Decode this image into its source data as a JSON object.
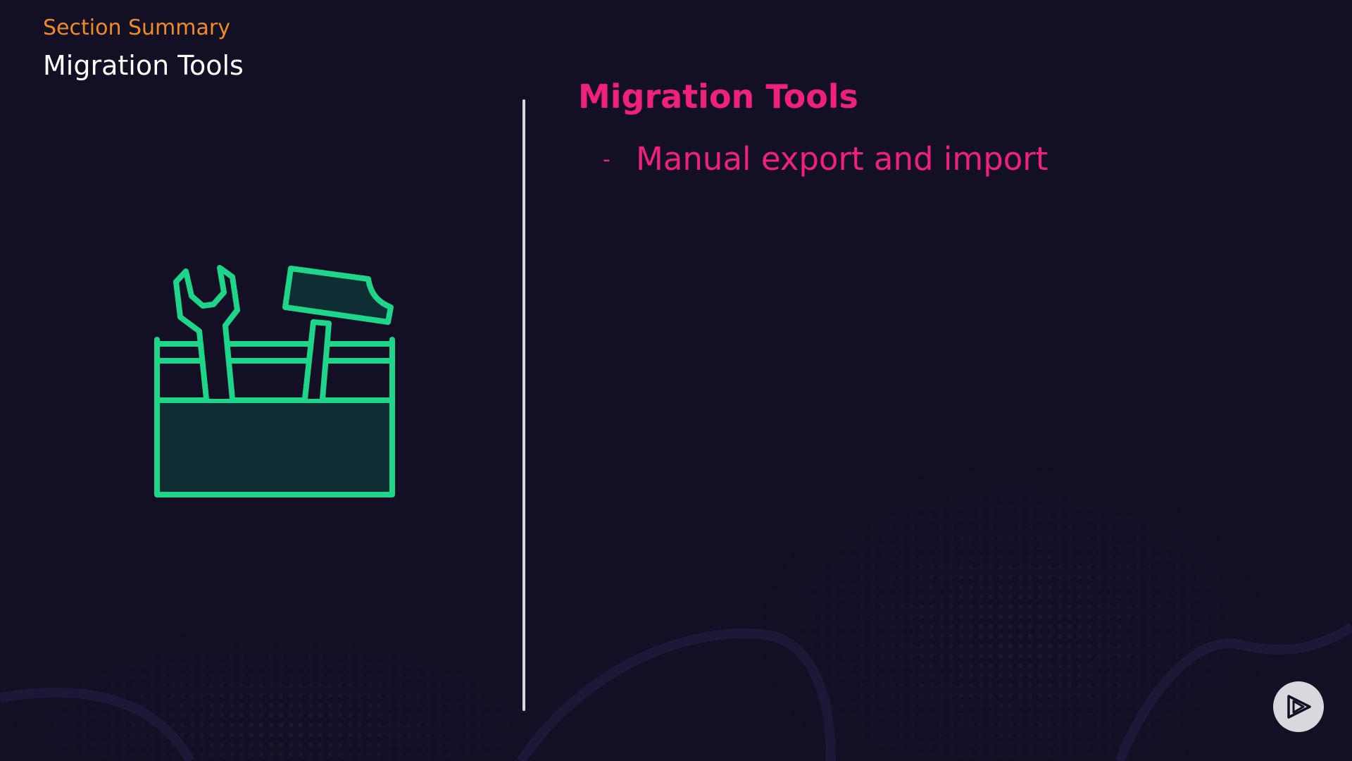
{
  "header": {
    "section_label": "Section Summary",
    "title": "Migration Tools"
  },
  "content": {
    "title": "Migration Tools",
    "bullets": [
      {
        "marker": "-",
        "text": "Manual export and import"
      }
    ]
  },
  "illustration": {
    "icon": "toolbox-icon",
    "stroke_color": "#1ed68a",
    "fill_color": "#0f2e33"
  },
  "colors": {
    "background": "#130f24",
    "accent_orange": "#f08a24",
    "accent_pink": "#f0207d",
    "divider": "#d8d8dc"
  },
  "logo": {
    "icon": "play-logo-icon"
  }
}
